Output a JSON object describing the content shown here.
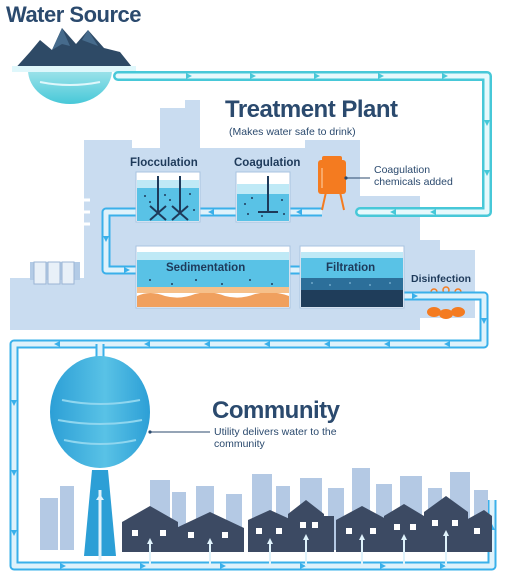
{
  "water_source": {
    "title": "Water Source"
  },
  "treatment_plant": {
    "title": "Treatment Plant",
    "subtitle": "(Makes water safe to drink)"
  },
  "steps": {
    "flocculation": "Flocculation",
    "coagulation": "Coagulation",
    "coagulation_chemicals": "Coagulation chemicals added",
    "sedimentation": "Sedimentation",
    "filtration": "Filtration",
    "disinfection": "Disinfection"
  },
  "community": {
    "title": "Community",
    "subtitle": "Utility delivers water to the community"
  },
  "colors": {
    "pipe_outline": "#3ab0ea",
    "pipe_fill": "#dff2fb",
    "pipe_cyan": "#47c8d8",
    "plant_bg": "#c9dcf0",
    "plant_dark": "#b3cbe6",
    "water_light": "#bfe9f6",
    "water_mid": "#59c2e6",
    "water_deep": "#2c9fd6",
    "sediment": "#f0a05e",
    "chem_tank": "#f47b20",
    "title_text": "#2b4a6e",
    "houses": "#3c4a63",
    "skyline": "#b4c9e4"
  }
}
